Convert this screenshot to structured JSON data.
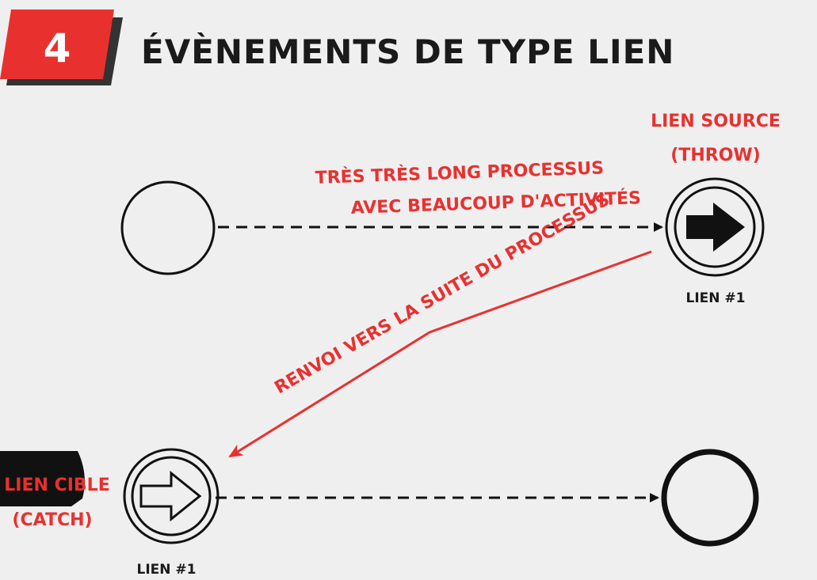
{
  "header": {
    "badge_number": "4",
    "title": "ÉVÈNEMENTS DE TYPE LIEN"
  },
  "labels": {
    "long_process_line1": "TRÈS TRÈS LONG PROCESSUS",
    "long_process_line2": "AVEC BEAUCOUP D'ACTIVITÉS",
    "source_line1": "LIEN SOURCE",
    "source_line2": "(THROW)",
    "source_caption": "LIEN #1",
    "return_label": "RENVOI VERS LA SUITE DU PROCESSUS",
    "target_line1": "LIEN CIBLE",
    "target_line2": "(CATCH)",
    "target_caption": "LIEN #1"
  },
  "icons": {
    "throw": "filled-arrow-icon",
    "catch": "outline-arrow-icon"
  },
  "colors": {
    "accent_red": "#e8312f",
    "ink": "#111111",
    "background": "#efefef"
  }
}
